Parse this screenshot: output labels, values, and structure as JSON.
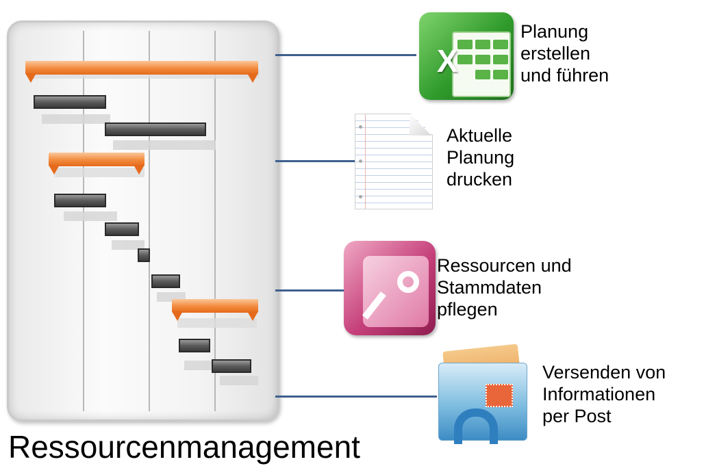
{
  "title": "Ressourcenmanagement",
  "items": [
    {
      "icon": "excel-icon",
      "label": "Planung\nerstellen\nund führen"
    },
    {
      "icon": "document-icon",
      "label": "Aktuelle\nPlanung\ndrucken"
    },
    {
      "icon": "access-key-icon",
      "label": "Ressourcen und\nStammdaten\npflegen"
    },
    {
      "icon": "mail-envelope-icon",
      "label": "Versenden von\nInformationen\nper Post"
    }
  ],
  "colors": {
    "connector": "#3d5f8e",
    "summary_bar": "#f28a3c",
    "task_bar": "#4a4a4a"
  }
}
